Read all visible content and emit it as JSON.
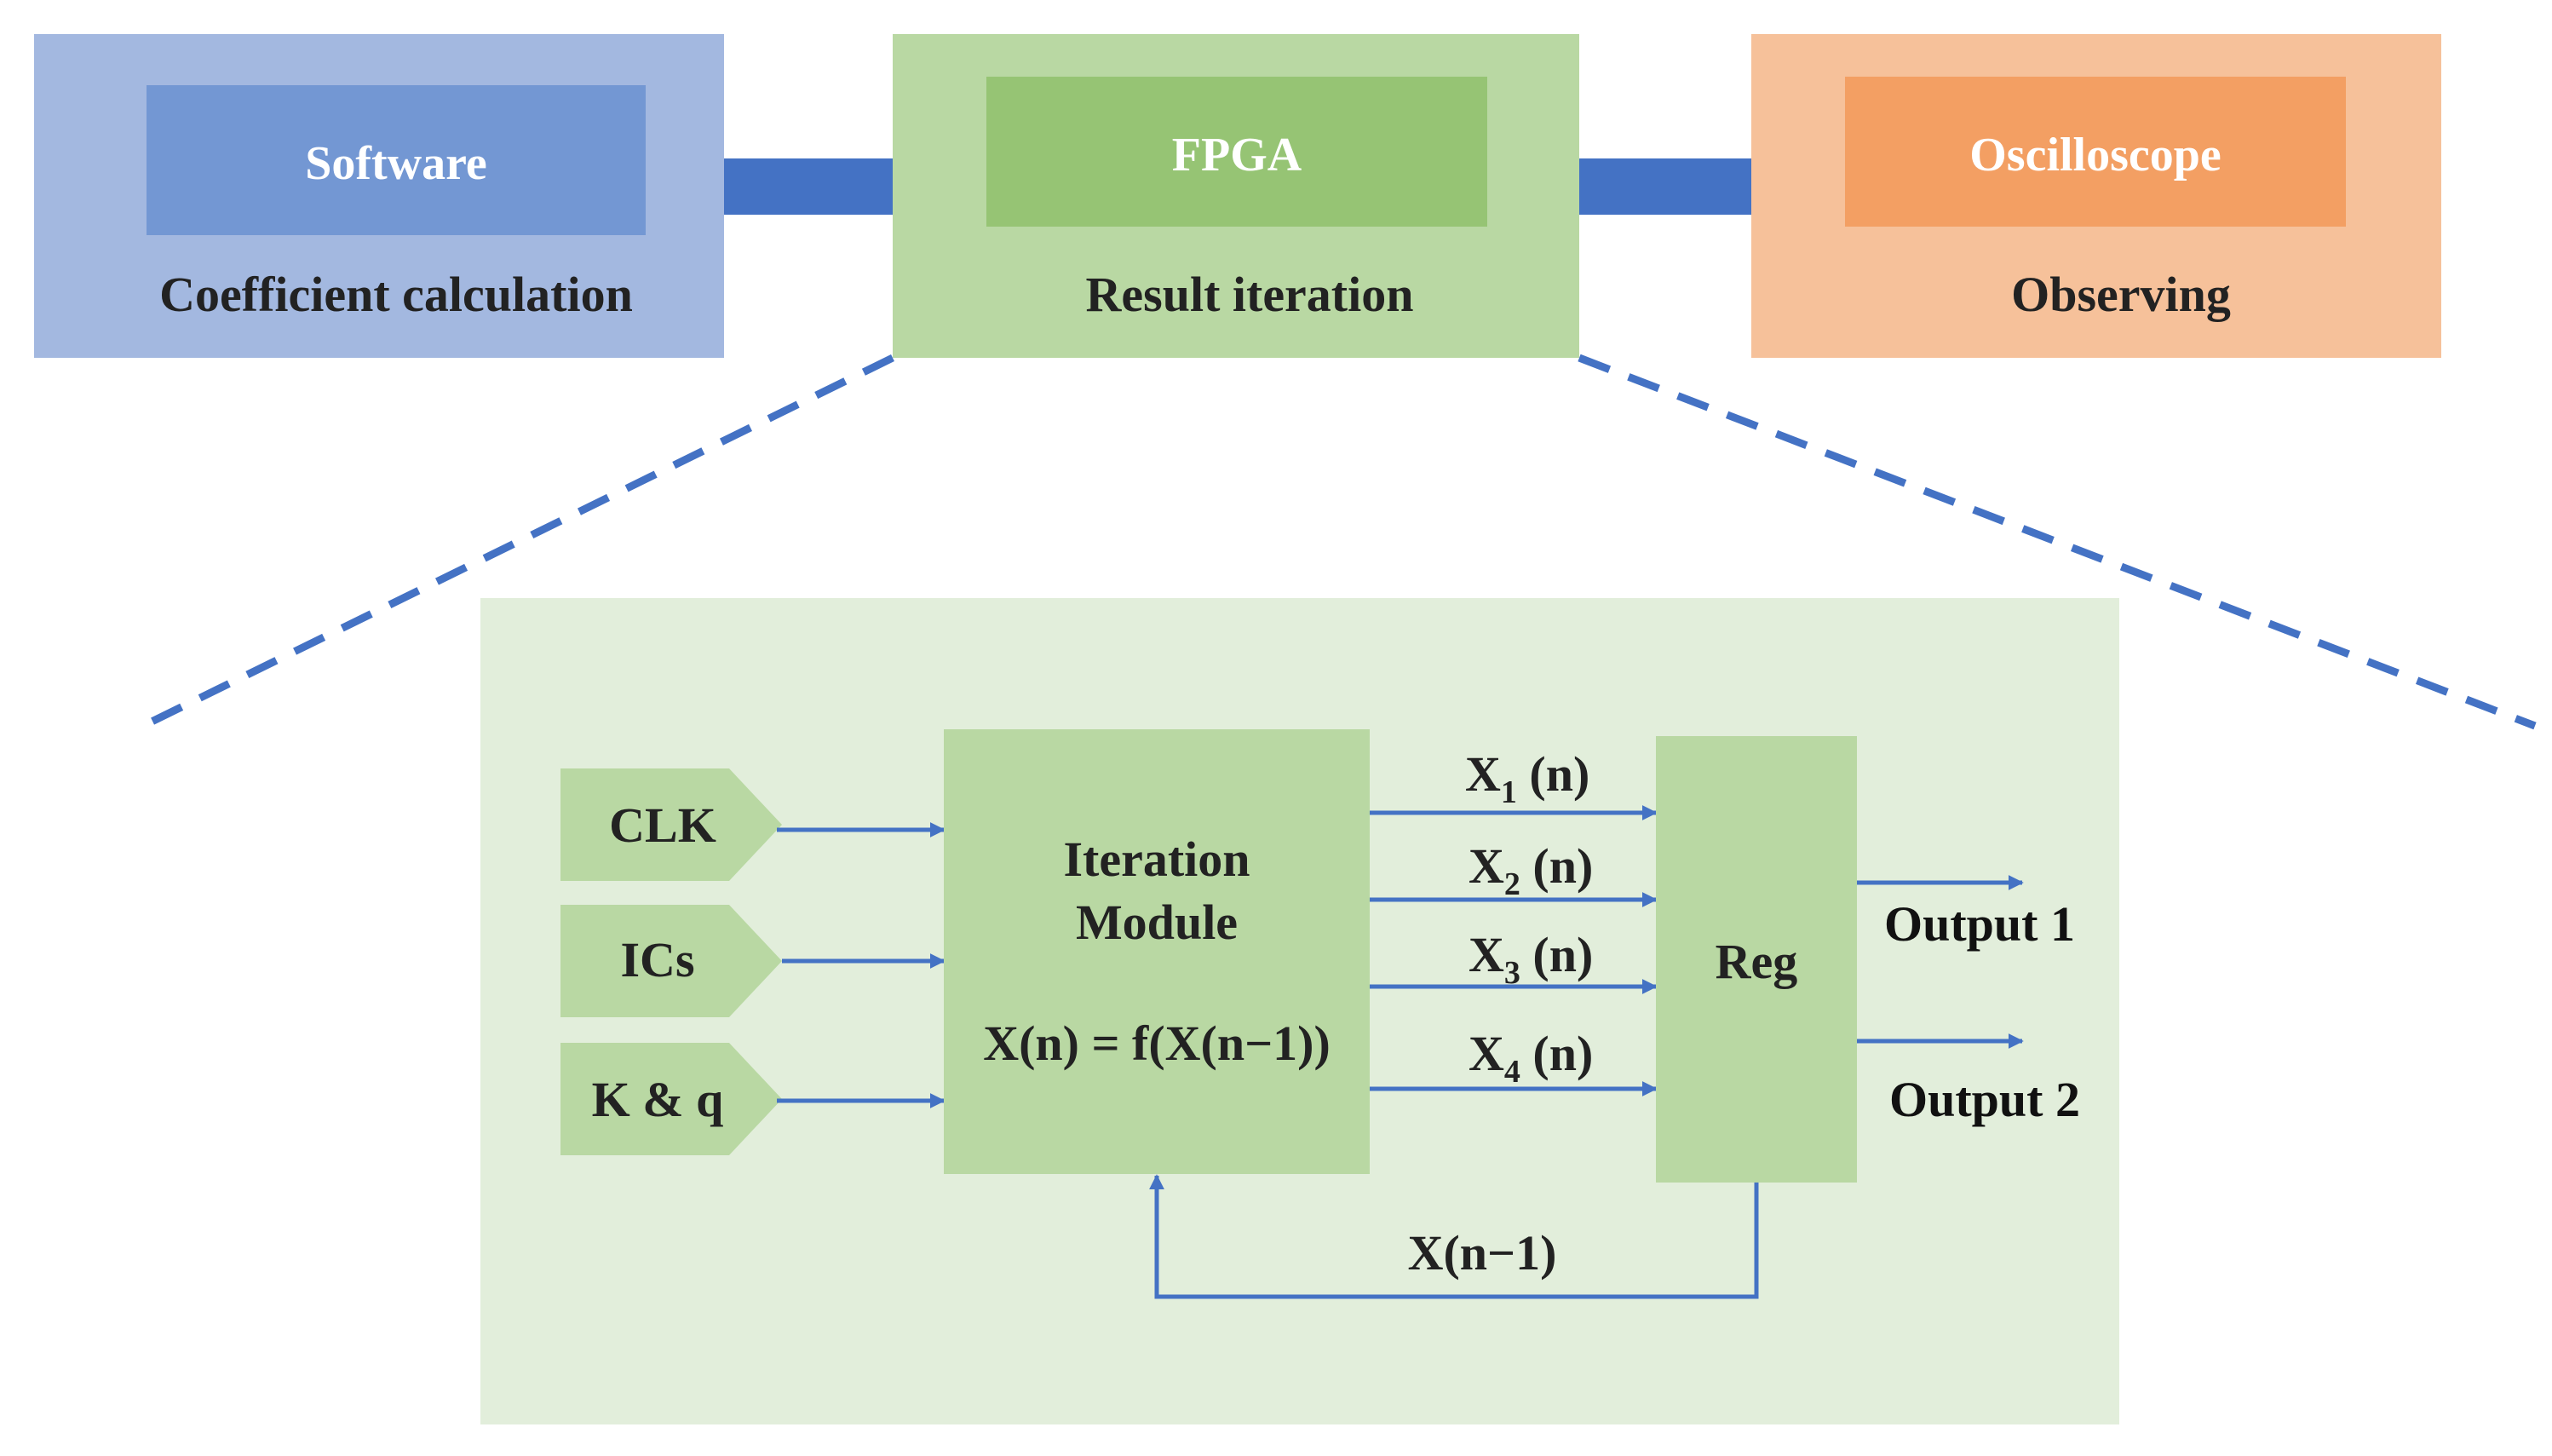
{
  "top_stages": [
    {
      "title": "Software",
      "subtitle": "Coefficient calculation"
    },
    {
      "title": "FPGA",
      "subtitle": "Result iteration"
    },
    {
      "title": "Oscilloscope",
      "subtitle": "Observing"
    }
  ],
  "inputs": [
    "CLK",
    "ICs",
    "K & q"
  ],
  "module": {
    "line1": "Iteration",
    "line2": "Module",
    "equation": "X(n) = f(X(n−1))"
  },
  "signals": [
    {
      "base": "X",
      "sub": "1",
      "suffix": " (n)"
    },
    {
      "base": "X",
      "sub": "2",
      "suffix": " (n)"
    },
    {
      "base": "X",
      "sub": "3",
      "suffix": " (n)"
    },
    {
      "base": "X",
      "sub": "4",
      "suffix": " (n)"
    }
  ],
  "register": "Reg",
  "outputs": [
    "Output 1",
    "Output 2"
  ],
  "feedback": "X(n−1)",
  "colors": {
    "blue_outer": "#a3b8e0",
    "blue_inner": "#7397d3",
    "green_outer": "#b9d8a3",
    "green_inner": "#96c474",
    "orange_outer": "#f6c19a",
    "orange_inner": "#f39f63",
    "arrow_blue": "#4472c4",
    "panel_green": "#e2eedb"
  }
}
